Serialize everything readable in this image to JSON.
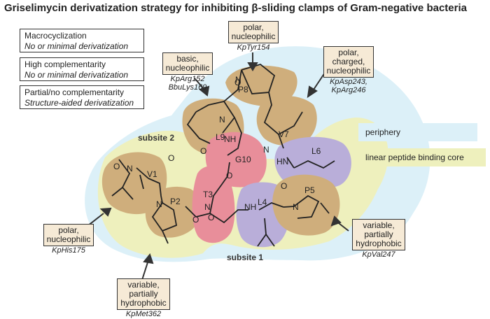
{
  "title": "Griselimycin derivatization strategy for inhibiting β-sliding clamps of Gram-negative bacteria",
  "colors": {
    "periphery": "#dcefF7",
    "core": "#e7ecaa",
    "macro": "#e88e9a",
    "high": "#b9aed9",
    "partial": "#cfae7c",
    "annotation_box": "#f6ead6"
  },
  "legend_left": [
    {
      "title": "Macrocyclization",
      "subtitle": "No or minimal derivatization",
      "color": "#e88e9a"
    },
    {
      "title": "High complementarity",
      "subtitle": "No or minimal derivatization",
      "color": "#b9aed9"
    },
    {
      "title": "Partial/no complementarity",
      "subtitle": "Structure-aided derivatization",
      "color": "#f6ead6"
    }
  ],
  "legend_right": [
    {
      "label": "periphery",
      "color": "#dcf0f8"
    },
    {
      "label": "linear peptide binding core",
      "color": "#eef0bd"
    }
  ],
  "zones": {
    "subsite2": "subsite 2",
    "subsite1": "subsite 1"
  },
  "annotations": [
    {
      "lines": [
        "polar,",
        "nucleophilic"
      ],
      "residues": [
        "KpTyr154"
      ]
    },
    {
      "lines": [
        "basic,",
        "nucleophilic"
      ],
      "residues": [
        "KpArg152",
        "BbuLys169"
      ]
    },
    {
      "lines": [
        "polar,",
        "charged,",
        "nucleophilic"
      ],
      "residues": [
        "KpAsp243,",
        "KpArg246"
      ]
    },
    {
      "lines": [
        "polar,",
        "nucleophilic"
      ],
      "residues": [
        "KpHis175"
      ]
    },
    {
      "lines": [
        "variable,",
        "partially",
        "hydrophobic"
      ],
      "residues": [
        "KpVal247"
      ]
    },
    {
      "lines": [
        "variable,",
        "partially",
        "hydrophobic"
      ],
      "residues": [
        "KpMet362"
      ]
    }
  ],
  "residue_labels": [
    "P8",
    "L9",
    "V7",
    "G10",
    "L6",
    "V1",
    "P2",
    "T3",
    "L4",
    "P5"
  ],
  "atom_labels": {
    "N": "N",
    "O": "O",
    "NH": "NH",
    "HN": "HN"
  }
}
